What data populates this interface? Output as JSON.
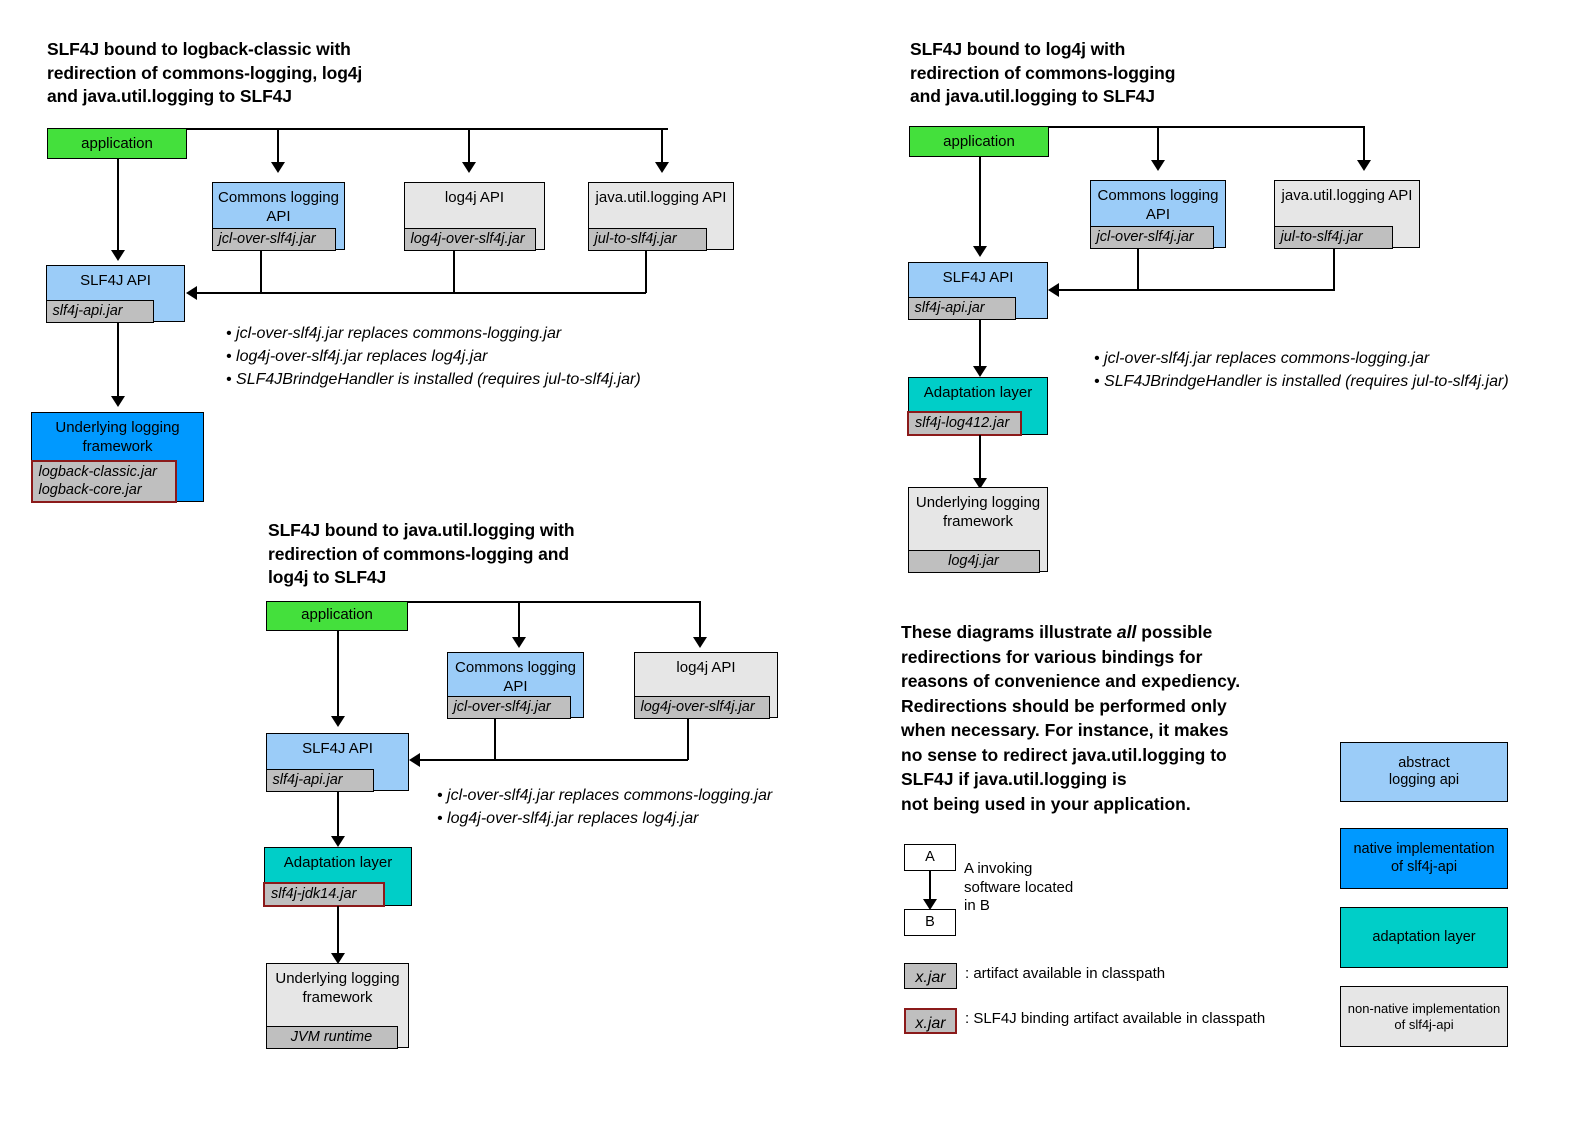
{
  "diagrams": {
    "logback": {
      "title": "SLF4J bound to logback-classic with\nredirection of commons-logging, log4j\nand java.util.logging to SLF4J",
      "application": "application",
      "commons_api": "Commons\nlogging API",
      "commons_jar": "jcl-over-slf4j.jar",
      "log4j_api": "log4j API",
      "log4j_jar": "log4j-over-slf4j.jar",
      "jul_api": "java.util.logging\nAPI",
      "jul_jar": "jul-to-slf4j.jar",
      "slf4j_api": "SLF4J API",
      "slf4j_api_jar": "slf4j-api.jar",
      "underlying": "Underlying logging\nframework",
      "underlying_jar": "logback-classic.jar\nlogback-core.jar",
      "notes": [
        "• jcl-over-slf4j.jar replaces commons-logging.jar",
        "• log4j-over-slf4j.jar replaces log4j.jar",
        "• SLF4JBrindgeHandler is installed (requires jul-to-slf4j.jar)"
      ]
    },
    "log4j": {
      "title": "SLF4J bound to log4j with\nredirection of commons-logging\nand java.util.logging to SLF4J",
      "application": "application",
      "commons_api": "Commons\nlogging API",
      "commons_jar": "jcl-over-slf4j.jar",
      "jul_api": "java.util.logging\nAPI",
      "jul_jar": "jul-to-slf4j.jar",
      "slf4j_api": "SLF4J API",
      "slf4j_api_jar": "slf4j-api.jar",
      "adaptation": "Adaptation layer",
      "adaptation_jar": "slf4j-log412.jar",
      "underlying": "Underlying\nlogging\nframework",
      "underlying_jar": "log4j.jar",
      "notes": [
        "• jcl-over-slf4j.jar replaces commons-logging.jar",
        "• SLF4JBrindgeHandler is installed (requires jul-to-slf4j.jar)"
      ]
    },
    "jul": {
      "title": "SLF4J bound to java.util.logging with\nredirection of commons-logging and\nlog4j to SLF4J",
      "application": "application",
      "commons_api": "Commons\nlogging API",
      "commons_jar": "jcl-over-slf4j.jar",
      "log4j_api": "log4j API",
      "log4j_jar": "log4j-over-slf4j.jar",
      "slf4j_api": "SLF4J API",
      "slf4j_api_jar": "slf4j-api.jar",
      "adaptation": "Adaptation layer",
      "adaptation_jar": "slf4j-jdk14.jar",
      "underlying": "Underlying\nlogging\nframework",
      "underlying_jar": "JVM runtime",
      "notes": [
        "• jcl-over-slf4j.jar replaces commons-logging.jar",
        "• log4j-over-slf4j.jar replaces log4j.jar"
      ]
    }
  },
  "explanation": "These diagrams illustrate all possible\nredirections for various bindings for\nreasons of convenience and expediency.\nRedirections should be performed only\nwhen necessary. For instance, it makes\nno sense to redirect java.util.logging to\nSLF4J if java.util.logging is\nnot being used in your application.",
  "explanation_emphasis": "all",
  "key": {
    "box_a": "A",
    "box_b": "B",
    "arrow_caption": "A invoking\nsoftware located\nin B",
    "artifact_chip": "x.jar",
    "artifact_caption": ": artifact available in classpath",
    "binding_chip": "x.jar",
    "binding_caption": ": SLF4J binding artifact available in classpath"
  },
  "legend": [
    {
      "label": "abstract\nlogging api",
      "color": "#9BCCF8"
    },
    {
      "label": "native implementation\nof slf4j-api",
      "color": "#0099FF"
    },
    {
      "label": "adaptation layer",
      "color": "#00CEC8"
    },
    {
      "label": "non-native implementation\nof slf4j-api",
      "color": "#E6E6E6"
    }
  ],
  "colors": {
    "application": "#44E03C",
    "abstract_api": "#9BCCF8",
    "non_native": "#E6E6E6",
    "adaptation": "#00CEC8",
    "native": "#0099FF",
    "jar_chip": "#BFBFBF",
    "binding_border": "#8B1A1A"
  }
}
